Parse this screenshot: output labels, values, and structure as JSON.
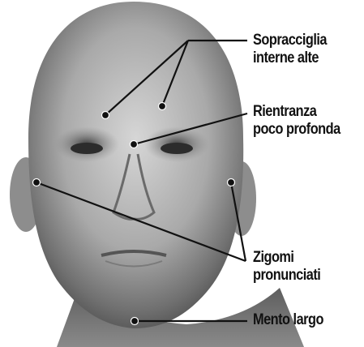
{
  "figure": {
    "labels": [
      {
        "id": "brows",
        "lines": [
          "Sopracciglia",
          "interne alte"
        ]
      },
      {
        "id": "dent",
        "lines": [
          "Rientranza",
          "poco profonda"
        ]
      },
      {
        "id": "cheek",
        "lines": [
          "Zigomi",
          "pronunciati"
        ]
      },
      {
        "id": "chin",
        "lines": [
          "Mento largo"
        ]
      }
    ],
    "colors": {
      "ink": "#111111",
      "skin_light": "#d2d2d2",
      "skin_dark": "#5a5a5a",
      "background": "#ffffff"
    }
  }
}
